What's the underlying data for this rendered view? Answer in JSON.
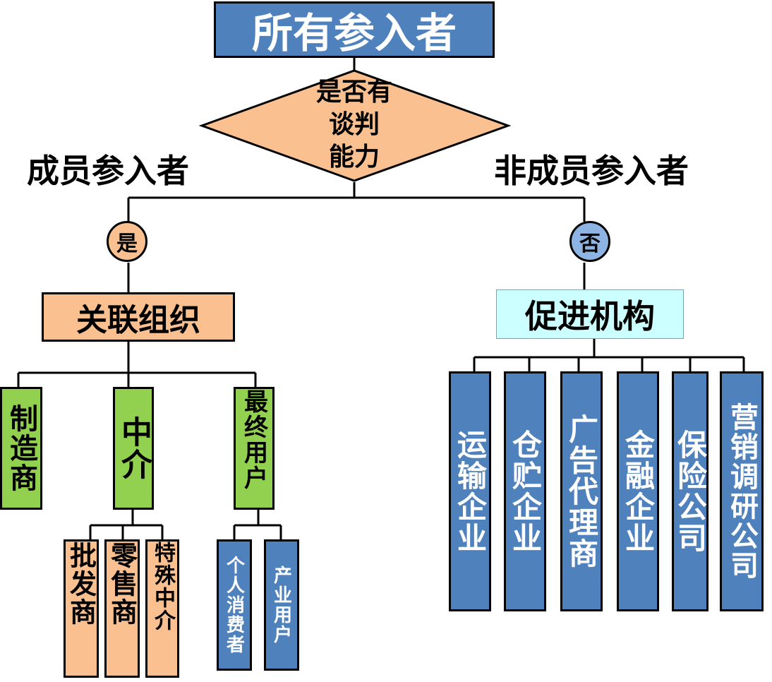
{
  "root": {
    "label": "所有参入者"
  },
  "decision": {
    "lines": [
      "是否有",
      "谈判",
      "能力"
    ]
  },
  "branches": {
    "left_label": "成员参入者",
    "right_label": "非成员参入者",
    "yes": "是",
    "no": "否"
  },
  "left": {
    "title": "关联组织",
    "children": {
      "manufacturer": "制造商",
      "intermediary": "中介",
      "end_user": "最终用户"
    },
    "intermediary_children": [
      "批发商",
      "零售商",
      "特殊中介"
    ],
    "end_user_children": [
      "个人消费者",
      "产业用户"
    ]
  },
  "right": {
    "title": "促进机构",
    "children": [
      "运输企业",
      "仓贮企业",
      "广告代理商",
      "金融企业",
      "保险公司",
      "营销调研公司"
    ]
  },
  "colors": {
    "blue": "#4f81bd",
    "peach": "#fac090",
    "green": "#92d050",
    "cyan": "#ccffff",
    "no_circle": "#8db4e2"
  }
}
